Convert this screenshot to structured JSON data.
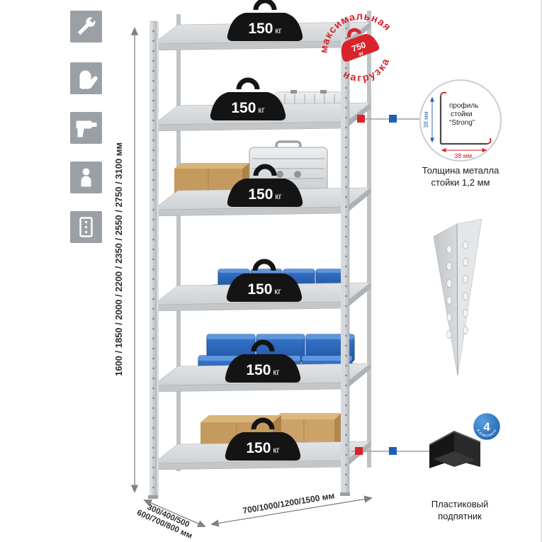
{
  "colors": {
    "accent_red": "#d8232a",
    "accent_blue": "#1e5fb5",
    "icon_tile_gray": "#9aa0a5",
    "metal_gray": "#c6cacd",
    "bin_blue": "#2e68bd",
    "box_tan": "#c79e63",
    "badge_black": "#141414"
  },
  "left_icons": [
    {
      "name": "wrench-icon"
    },
    {
      "name": "gloves-icon"
    },
    {
      "name": "drill-icon"
    },
    {
      "name": "person-icon"
    },
    {
      "name": "rack-post-icon"
    }
  ],
  "shelf_badges": [
    {
      "value": "150",
      "unit": "кг"
    },
    {
      "value": "150",
      "unit": "кг"
    },
    {
      "value": "150",
      "unit": "кг"
    },
    {
      "value": "150",
      "unit": "кг"
    },
    {
      "value": "150",
      "unit": "кг"
    },
    {
      "value": "150",
      "unit": "кг"
    }
  ],
  "stamp": {
    "arc_top": "максимальная",
    "arc_bottom": "нагрузка",
    "value": "750",
    "unit": "кг"
  },
  "profile_detail": {
    "label_line1": "профиль",
    "label_line2": "стойки",
    "label_line3": "“Strong”",
    "dim_vertical": "38 мм",
    "dim_horizontal": "38 мм.",
    "caption_line1": "Толщина металла",
    "caption_line2": "стойки 1,2 мм"
  },
  "foot_detail": {
    "caption_line1": "Пластиковый",
    "caption_line2": "подпятник",
    "kit_number": "4",
    "kit_text": "в комплекте"
  },
  "dimensions": {
    "height": "1600 / 1850 / 2000 / 2200 / 2350 / 2550 / 2750 / 3100 мм",
    "depth_line1": "300/400/500",
    "depth_line2": "600/700/800 мм",
    "width": "700/1000/1200/1500 мм"
  }
}
